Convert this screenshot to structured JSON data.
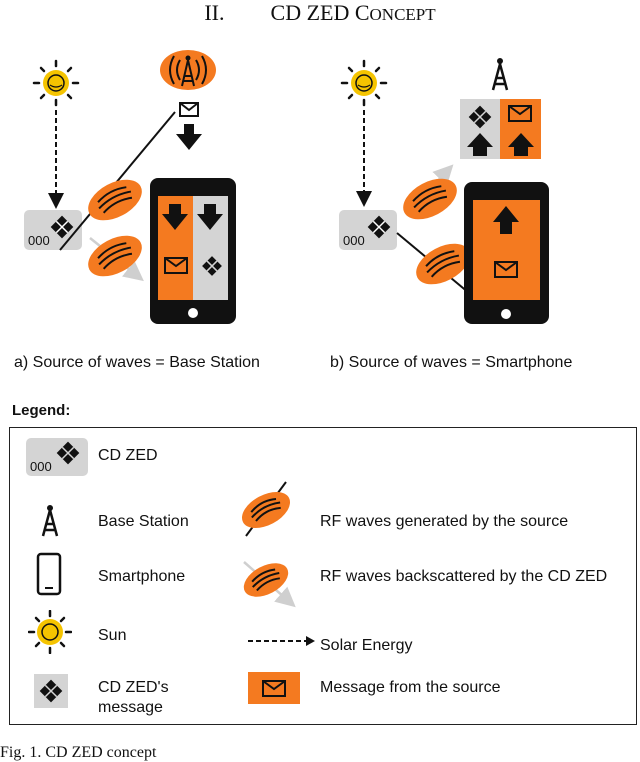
{
  "heading": {
    "number": "II.",
    "title_cap1": "CD ZED C",
    "title_rest": "oncept"
  },
  "captions": {
    "a": "a) Source of waves = Base Station",
    "b": "b) Source of waves = Smartphone"
  },
  "legend": {
    "title": "Legend:",
    "items": {
      "cd_zed": "CD ZED",
      "base_station": "Base Station",
      "smartphone": "Smartphone",
      "sun": "Sun",
      "message": "CD ZED's message",
      "rf_source": "RF waves generated by the source",
      "rf_backscatter": "RF waves backscattered by the CD ZED",
      "solar": "Solar Energy",
      "source_message": "Message from the source"
    },
    "zed_code": "000"
  },
  "zed_code": "000",
  "figure_caption": "Fig. 1.   CD ZED concept",
  "colors": {
    "orange": "#f47a20",
    "sun_yellow": "#f5c400",
    "zed_gray": "#d4d4d4",
    "arrow_gray": "#cfcfcf",
    "black": "#111111"
  },
  "icons": [
    "sun-icon",
    "base-station-icon",
    "smartphone-icon",
    "gift-icon",
    "envelope-icon",
    "rf-wave-icon",
    "arrow-icon"
  ]
}
